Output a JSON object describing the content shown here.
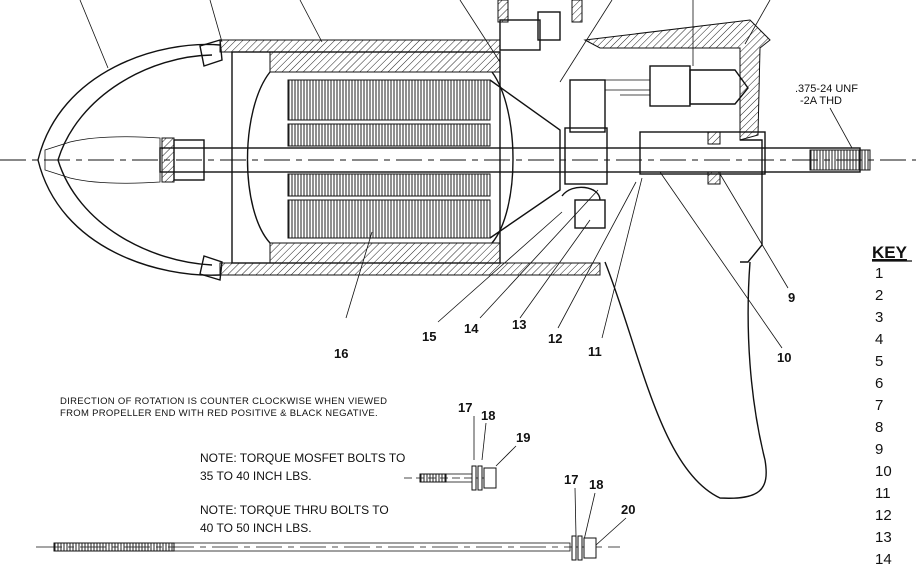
{
  "thread_spec": {
    "line1": ".375-24 UNF",
    "line2": "-2A THD"
  },
  "callouts": [
    "9",
    "10",
    "11",
    "12",
    "13",
    "14",
    "15",
    "16",
    "17",
    "18",
    "19",
    "17",
    "18",
    "20"
  ],
  "rotation_note": {
    "line1": "DIRECTION OF ROTATION IS COUNTER CLOCKWISE WHEN VIEWED",
    "line2": "FROM PROPELLER END WITH RED POSITIVE & BLACK NEGATIVE."
  },
  "torque_notes": {
    "mosfet_line1": "NOTE: TORQUE MOSFET BOLTS TO",
    "mosfet_line2": "35 TO 40 INCH LBS.",
    "thru_line1": "NOTE: TORQUE THRU BOLTS TO",
    "thru_line2": "40 TO 50 INCH LBS."
  },
  "key": {
    "heading": "KEY",
    "items": [
      "1",
      "2",
      "3",
      "4",
      "5",
      "6",
      "7",
      "8",
      "9",
      "10",
      "11",
      "12",
      "13",
      "14"
    ]
  }
}
